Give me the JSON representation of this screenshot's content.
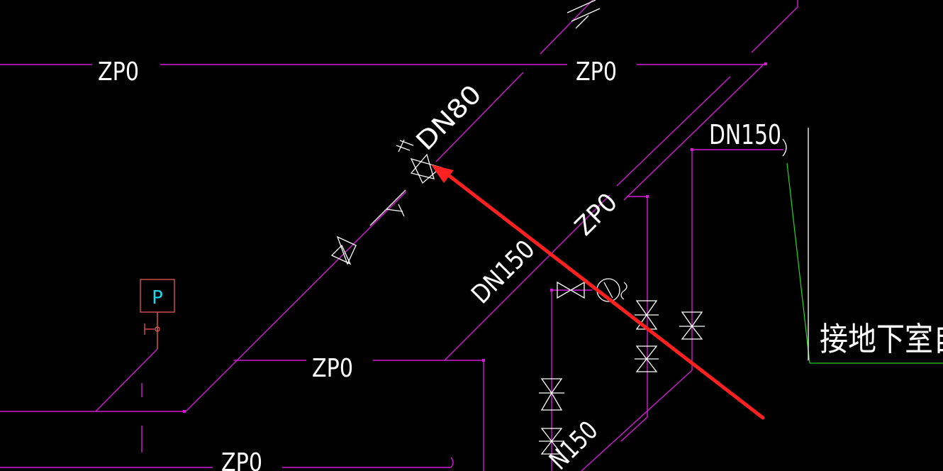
{
  "colors": {
    "background": "#000000",
    "pipe": "#d21bd2",
    "text": "#ffffff",
    "annotation_arrow": "#ff2020",
    "leader": "#22cc22",
    "gauge_box": "#e35a5a",
    "gauge_text": "#22d3ee"
  },
  "labels": {
    "zp0_top_left": "ZP0",
    "zp0_top_mid": "ZP0",
    "zp0_mid": "ZP0",
    "zp0_diag": "ZP0",
    "zp0_bottom": "ZP0",
    "dn80": "DN80",
    "dn150_top": "DN150",
    "dn150_diag": "DN150",
    "dn150_bottom": "N150",
    "gauge": "P",
    "note_cn": "接地下室自"
  }
}
